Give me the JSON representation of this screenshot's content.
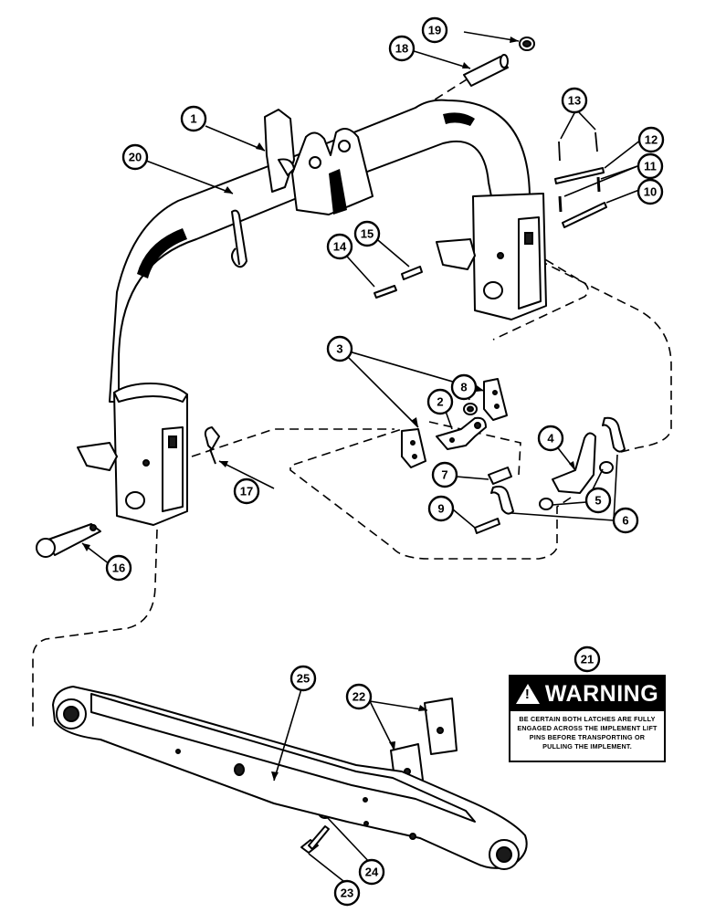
{
  "callouts": [
    {
      "num": "1"
    },
    {
      "num": "2"
    },
    {
      "num": "3"
    },
    {
      "num": "4"
    },
    {
      "num": "5"
    },
    {
      "num": "6"
    },
    {
      "num": "7"
    },
    {
      "num": "8"
    },
    {
      "num": "9"
    },
    {
      "num": "10"
    },
    {
      "num": "11"
    },
    {
      "num": "12"
    },
    {
      "num": "13"
    },
    {
      "num": "14"
    },
    {
      "num": "15"
    },
    {
      "num": "16"
    },
    {
      "num": "17"
    },
    {
      "num": "18"
    },
    {
      "num": "19"
    },
    {
      "num": "20"
    },
    {
      "num": "21"
    },
    {
      "num": "22"
    },
    {
      "num": "23"
    },
    {
      "num": "24"
    },
    {
      "num": "25"
    }
  ],
  "warning": {
    "symbol": "!",
    "title": "WARNING",
    "text": "BE CERTAIN BOTH LATCHES ARE FULLY ENGAGED ACROSS THE IMPLEMENT LIFT PINS BEFORE TRANSPORTING OR PULLING THE IMPLEMENT."
  }
}
